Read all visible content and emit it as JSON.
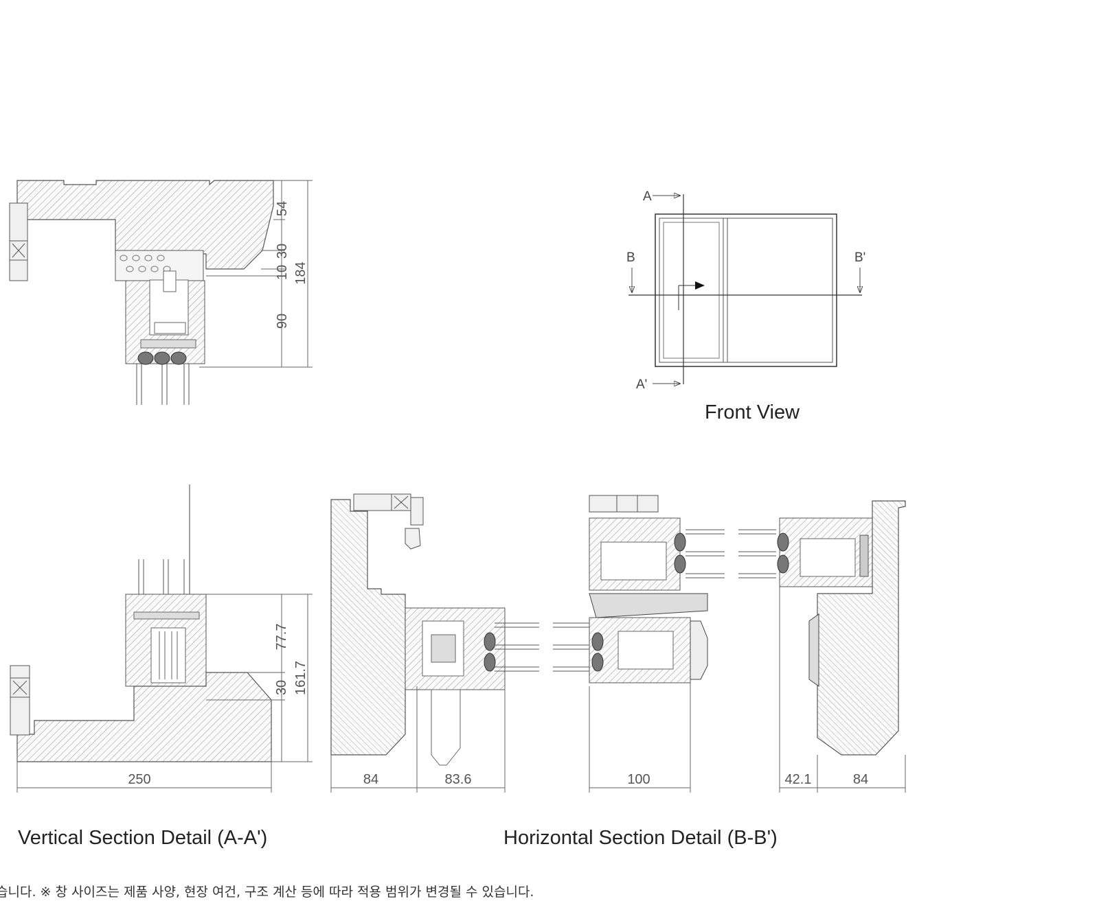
{
  "front_view": {
    "caption": "Front View",
    "markers": {
      "a": "A",
      "a_prime": "A'",
      "b": "B",
      "b_prime": "B'"
    }
  },
  "vertical_section": {
    "caption": "Vertical Section Detail (A-A')",
    "head_dims": [
      "54",
      "30",
      "10",
      "90",
      "184"
    ],
    "sill_dims": [
      "77.7",
      "30",
      "161.7"
    ],
    "width_dim": "250"
  },
  "horizontal_section": {
    "caption": "Horizontal Section Detail (B-B')",
    "dims": [
      "84",
      "83.6",
      "100",
      "42.1",
      "84"
    ]
  },
  "footnote": "습니다. ※ 창 사이즈는 제품 사양, 현장 여건, 구조 계산 등에 따라 적용 범위가 변경될 수 있습니다."
}
